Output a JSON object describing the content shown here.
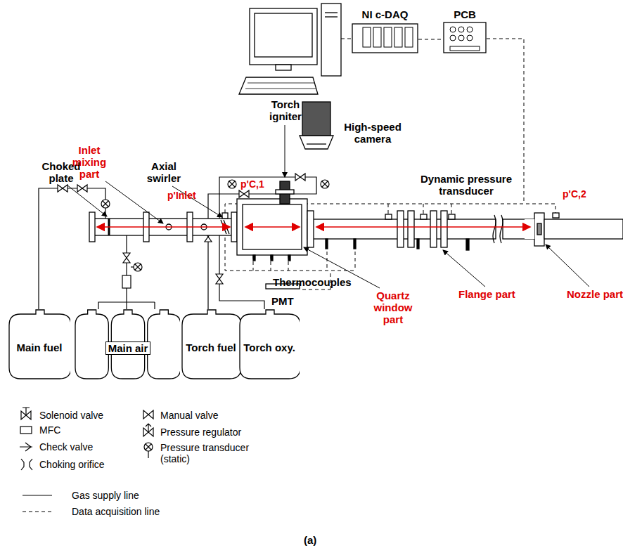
{
  "diagram": {
    "nodes": [
      {
        "text": [
          "NI c-DAQ"
        ]
      },
      {
        "text": [
          "PCB"
        ]
      },
      {
        "text": [
          "Main fuel"
        ]
      },
      {
        "text": [
          "Main air"
        ]
      },
      {
        "text": [
          "Torch fuel"
        ]
      },
      {
        "text": [
          "Torch oxy."
        ]
      }
    ],
    "edges": [
      {
        "from": 0,
        "to": 1,
        "arrow": "none"
      }
    ],
    "labels": [
      "Choked plate",
      "Inlet mixing part",
      "Axial swirler",
      "Torch igniter",
      "High-speed camera",
      "p'Inlet",
      "p'C,1",
      "Dynamic pressure transducer",
      "p'C,2",
      "Thermocouples",
      "Quartz window part",
      "Flange part",
      "Nozzle part",
      "PMT",
      "(a)"
    ],
    "legend": [
      {
        "text": "Solenoid valve"
      },
      {
        "text": "MFC"
      },
      {
        "text": "Check valve"
      },
      {
        "text": "Choking orifice"
      },
      {
        "text": "Manual valve"
      },
      {
        "text": "Pressure regulator"
      },
      {
        "text": "Pressure transducer (static)"
      },
      {
        "text": "Gas supply line"
      },
      {
        "text": "Data acquisition line"
      }
    ]
  }
}
